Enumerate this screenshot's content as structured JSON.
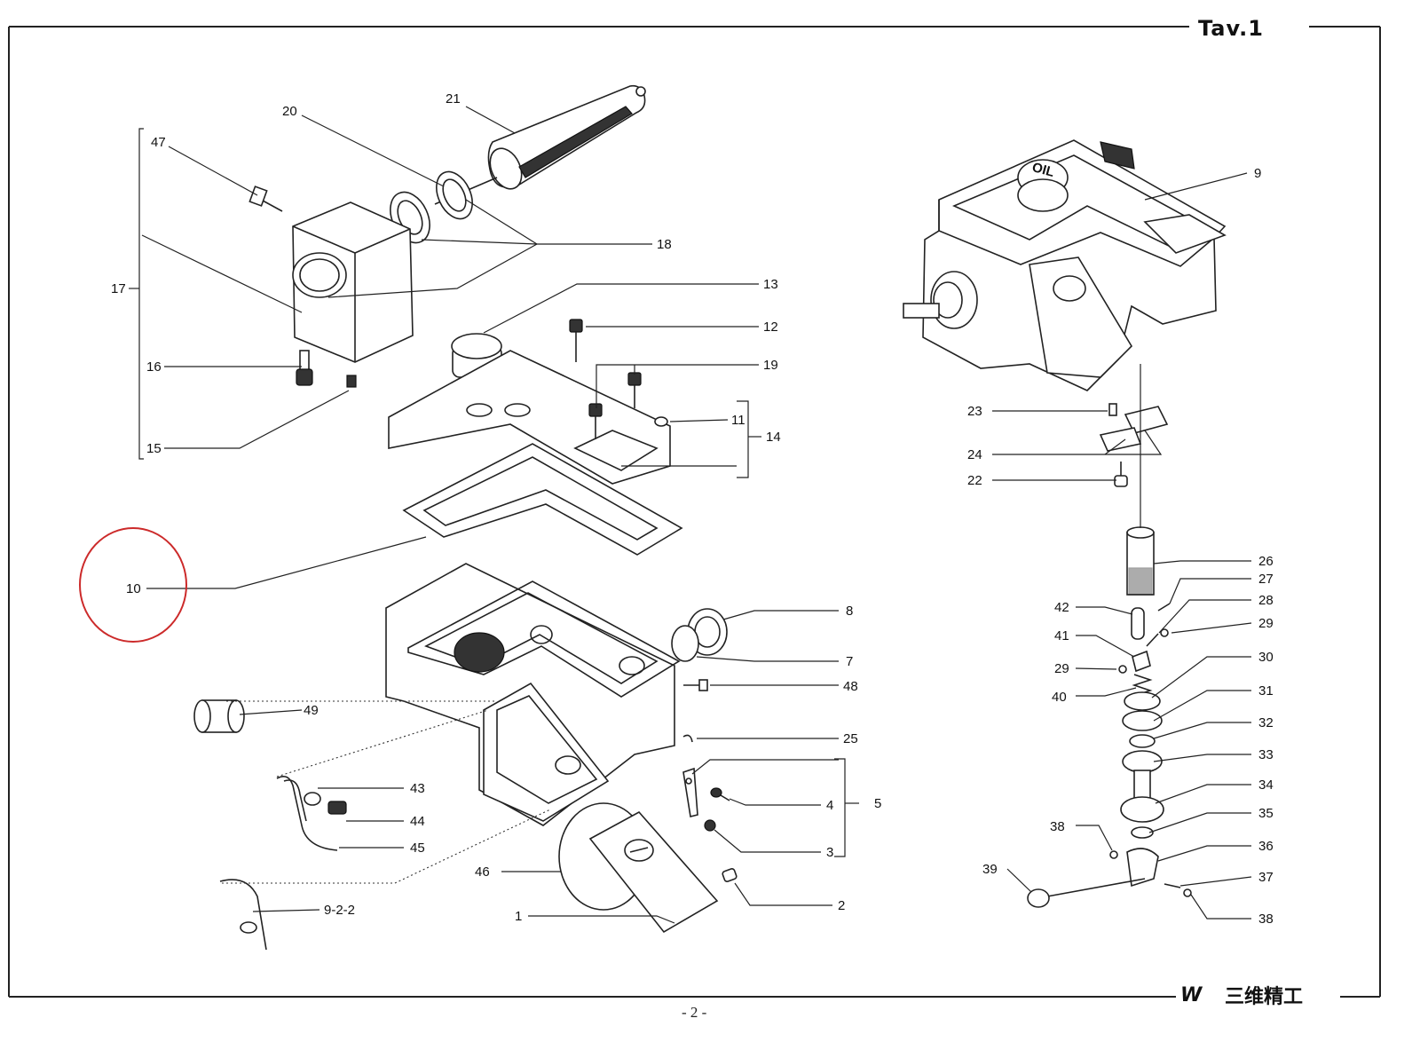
{
  "title": "Tav.1",
  "page_number": "- 2 -",
  "brand": {
    "logo": "W",
    "name": "三维精工"
  },
  "highlight": {
    "label": "10",
    "color": "#cc2a2a"
  },
  "labels": {
    "l1": "1",
    "l2": "2",
    "l3": "3",
    "l4": "4",
    "l5": "5",
    "l7": "7",
    "l8": "8",
    "l9": "9",
    "l10": "10",
    "l11": "11",
    "l12": "12",
    "l13": "13",
    "l14": "14",
    "l15": "15",
    "l16": "16",
    "l17": "17",
    "l18": "18",
    "l19": "19",
    "l20": "20",
    "l21": "21",
    "l22": "22",
    "l23": "23",
    "l24": "24",
    "l25": "25",
    "l26": "26",
    "l27": "27",
    "l28": "28",
    "l29a": "29",
    "l29b": "29",
    "l30": "30",
    "l31": "31",
    "l32": "32",
    "l33": "33",
    "l34": "34",
    "l35": "35",
    "l36": "36",
    "l37": "37",
    "l38a": "38",
    "l38b": "38",
    "l39": "39",
    "l40": "40",
    "l41": "41",
    "l42": "42",
    "l43": "43",
    "l44": "44",
    "l45": "45",
    "l46": "46",
    "l47": "47",
    "l48": "48",
    "l49": "49",
    "l922": "9-2-2"
  },
  "oil_cap_text": "OIL"
}
